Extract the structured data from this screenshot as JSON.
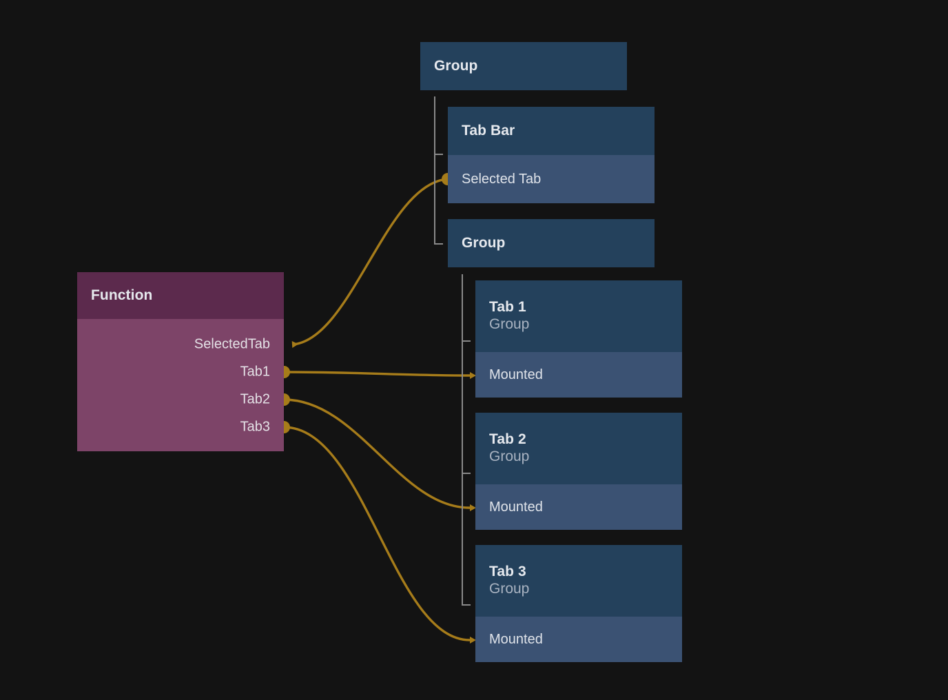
{
  "canvas": {
    "background": "#131313",
    "edge_color": "#a67c1a",
    "tree_line_color": "#8a8a8a"
  },
  "nodes": {
    "root_group": {
      "title": "Group",
      "header_color": "#24415c"
    },
    "tab_bar": {
      "title": "Tab Bar",
      "rows": [
        {
          "label": "Selected Tab"
        }
      ],
      "header_color": "#24415c",
      "row_color": "#3b5273"
    },
    "child_group": {
      "title": "Group",
      "header_color": "#24415c"
    },
    "function": {
      "title": "Function",
      "header_color": "#5c2a4d",
      "body_color": "#7d4468",
      "ports": [
        {
          "label": "SelectedTab",
          "kind": "input"
        },
        {
          "label": "Tab1",
          "kind": "output"
        },
        {
          "label": "Tab2",
          "kind": "output"
        },
        {
          "label": "Tab3",
          "kind": "output"
        }
      ]
    },
    "tab1": {
      "title": "Tab 1",
      "subtitle": "Group",
      "rows": [
        {
          "label": "Mounted"
        }
      ]
    },
    "tab2": {
      "title": "Tab 2",
      "subtitle": "Group",
      "rows": [
        {
          "label": "Mounted"
        }
      ]
    },
    "tab3": {
      "title": "Tab 3",
      "subtitle": "Group",
      "rows": [
        {
          "label": "Mounted"
        }
      ]
    }
  },
  "edges": [
    {
      "from": "tab_bar.selected_tab",
      "to": "function.SelectedTab"
    },
    {
      "from": "function.Tab1",
      "to": "tab1.Mounted"
    },
    {
      "from": "function.Tab2",
      "to": "tab2.Mounted"
    },
    {
      "from": "function.Tab3",
      "to": "tab3.Mounted"
    }
  ]
}
